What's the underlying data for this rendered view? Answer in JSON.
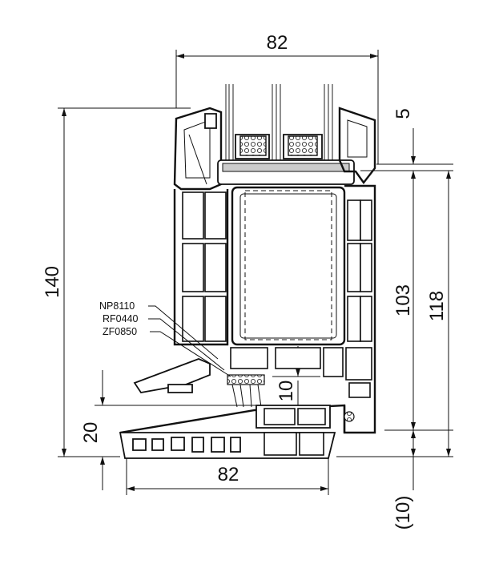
{
  "dimensions": {
    "top_width": "82",
    "bottom_width": "82",
    "total_height": "140",
    "sill_height": "20",
    "gap_top": "5",
    "inner_height": "103",
    "frame_height": "118",
    "inner_small": "10",
    "bottom_offset": "(10)"
  },
  "labels": {
    "part1": "NP8110",
    "part2": "RF0440",
    "part3": "ZF0850"
  }
}
